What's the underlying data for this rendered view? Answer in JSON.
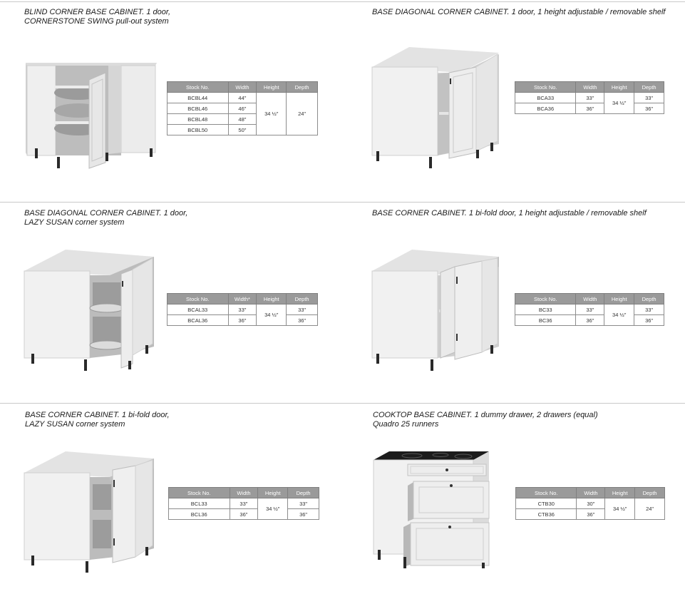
{
  "sections": [
    {
      "title_lines": [
        "BLIND CORNER BASE CABINET. 1 door,",
        "CORNERSTONE SWING pull-out system"
      ],
      "headers": [
        "Stock No.",
        "Width",
        "Height",
        "Depth"
      ],
      "rows": [
        [
          "BCBL44",
          "44\""
        ],
        [
          "BCBL46",
          "46\""
        ],
        [
          "BCBL48",
          "48\""
        ],
        [
          "BCBL50",
          "50\""
        ]
      ],
      "height": "34 ½\"",
      "depth": "24\"",
      "illustration_icon": "blind-corner-cabinet-swing-icon"
    },
    {
      "title_lines": [
        "BASE DIAGONAL CORNER CABINET. 1 door, 1 height adjustable / removable shelf"
      ],
      "headers": [
        "Stock No.",
        "Width",
        "Height",
        "Depth"
      ],
      "rows": [
        [
          "BCA33",
          "33\"",
          "33\""
        ],
        [
          "BCA36",
          "36\"",
          "36\""
        ]
      ],
      "height": "34 ½\"",
      "illustration_icon": "diagonal-corner-cabinet-shelf-icon"
    },
    {
      "title_lines": [
        "BASE DIAGONAL CORNER CABINET. 1 door,",
        "LAZY SUSAN corner system"
      ],
      "headers": [
        "Stock No.",
        "Width*",
        "Height",
        "Depth"
      ],
      "rows": [
        [
          "BCAL33",
          "33\"",
          "33\""
        ],
        [
          "BCAL36",
          "36\"",
          "36\""
        ]
      ],
      "height": "34 ½\"",
      "illustration_icon": "diagonal-corner-cabinet-lazy-susan-icon"
    },
    {
      "title_lines": [
        "BASE CORNER CABINET. 1 bi-fold door, 1 height adjustable / removable shelf"
      ],
      "headers": [
        "Stock No.",
        "Width",
        "Height",
        "Depth"
      ],
      "rows": [
        [
          "BC33",
          "33\"",
          "33\""
        ],
        [
          "BC36",
          "36\"",
          "36\""
        ]
      ],
      "height": "34 ½\"",
      "illustration_icon": "corner-cabinet-bifold-shelf-icon"
    },
    {
      "title_lines": [
        "BASE CORNER CABINET. 1 bi-fold door,",
        "LAZY SUSAN corner system"
      ],
      "headers": [
        "Stock No.",
        "Width",
        "Height",
        "Depth"
      ],
      "rows": [
        [
          "BCL33",
          "33\"",
          "33\""
        ],
        [
          "BCL36",
          "36\"",
          "36\""
        ]
      ],
      "height": "34 ½\"",
      "illustration_icon": "corner-cabinet-bifold-lazy-susan-icon"
    },
    {
      "title_lines": [
        "COOKTOP BASE CABINET. 1 dummy drawer, 2 drawers (equal)",
        "Quadro 25 runners"
      ],
      "headers": [
        "Stock No.",
        "Width",
        "Height",
        "Depth"
      ],
      "rows": [
        [
          "CTB30",
          "30\""
        ],
        [
          "CTB36",
          "36\""
        ]
      ],
      "height": "34 ½\"",
      "depth": "24\"",
      "illustration_icon": "cooktop-base-cabinet-drawers-icon"
    }
  ],
  "colors": {
    "header_fill": "#9a9a9a",
    "cabinet_light": "#f3f3f3",
    "cabinet_mid": "#dedede",
    "cabinet_dark": "#bdbdbd",
    "legs": "#2a2a2a"
  }
}
